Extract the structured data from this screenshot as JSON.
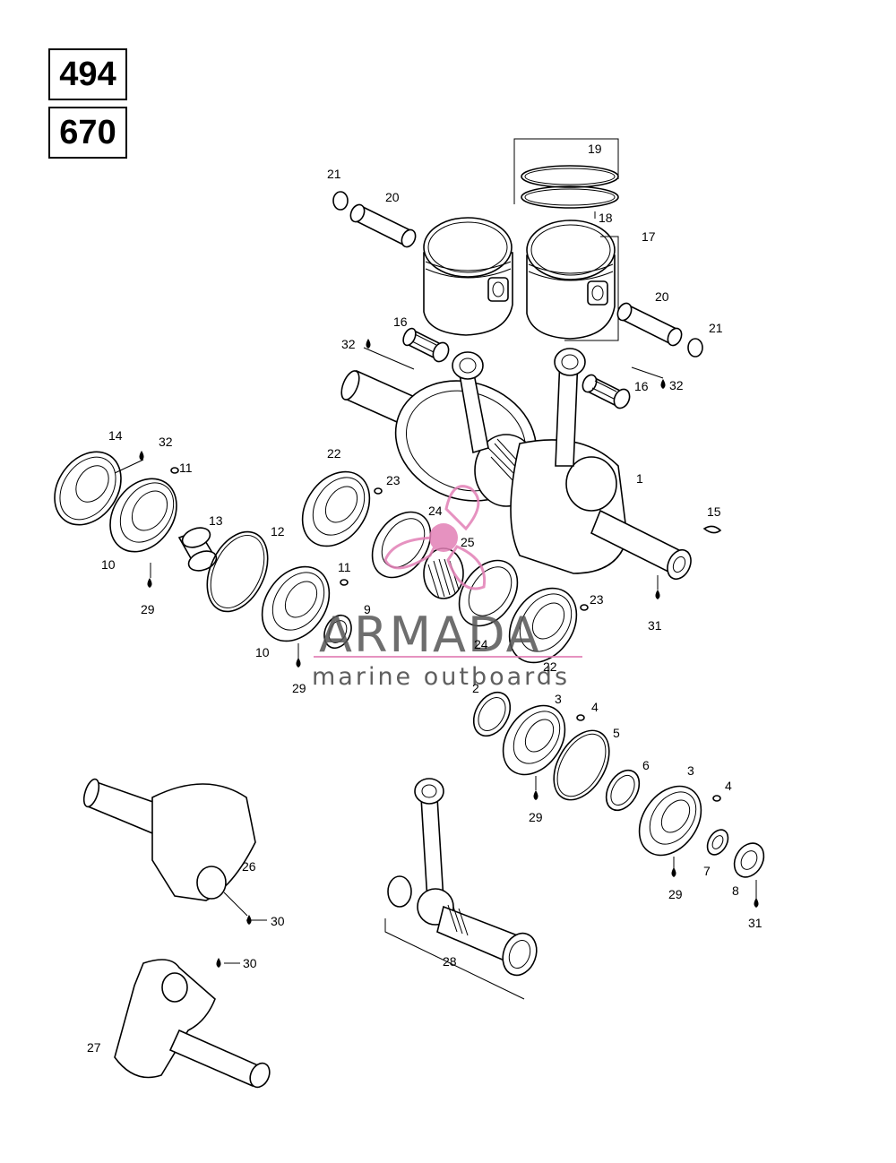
{
  "model_codes": [
    "494",
    "670"
  ],
  "watermark": {
    "title": "ARMADA",
    "subtitle": "marine outboards",
    "accent": "#e27fb6"
  },
  "part_labels": {
    "p1": "1",
    "p2": "2",
    "p3a": "3",
    "p3b": "3",
    "p4a": "4",
    "p4b": "4",
    "p5": "5",
    "p6": "6",
    "p7": "7",
    "p8": "8",
    "p9": "9",
    "p10a": "10",
    "p10b": "10",
    "p11a": "11",
    "p11b": "11",
    "p12": "12",
    "p13": "13",
    "p14": "14",
    "p15": "15",
    "p16a": "16",
    "p16b": "16",
    "p17": "17",
    "p18": "18",
    "p19": "19",
    "p20a": "20",
    "p20b": "20",
    "p21a": "21",
    "p21b": "21",
    "p22a": "22",
    "p22b": "22",
    "p23a": "23",
    "p23b": "23",
    "p24a": "24",
    "p24b": "24",
    "p25": "25",
    "p26": "26",
    "p27": "27",
    "p28": "28",
    "p29a": "29",
    "p29b": "29",
    "p29c": "29",
    "p29d": "29",
    "p30a": "30",
    "p30b": "30",
    "p31a": "31",
    "p31b": "31",
    "p32a": "32",
    "p32b": "32",
    "p32c": "32"
  }
}
